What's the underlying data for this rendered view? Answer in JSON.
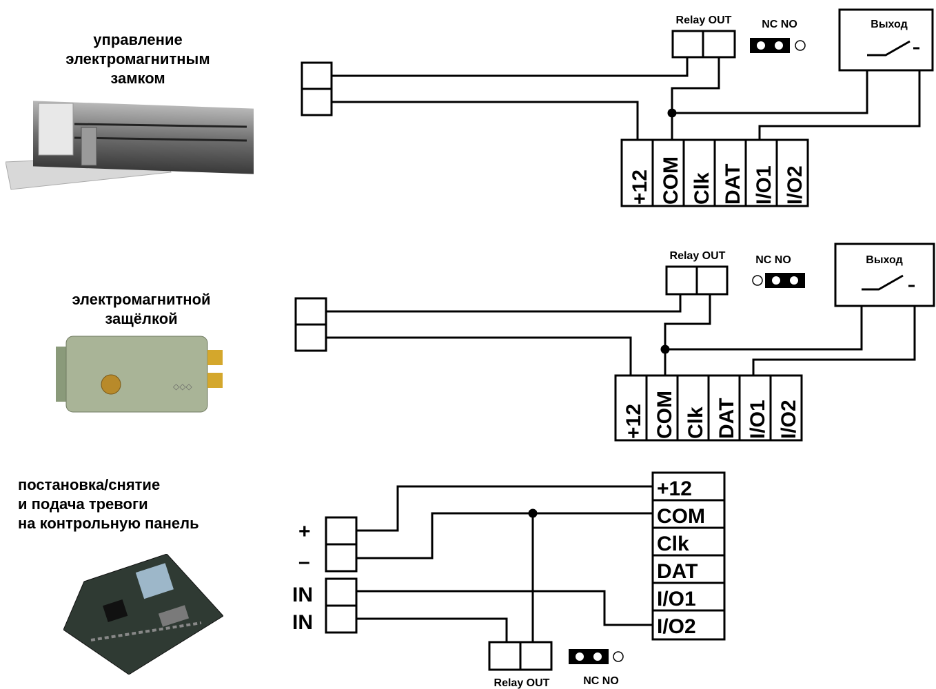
{
  "sections": [
    {
      "title_lines": [
        "управление",
        "электромагнитным",
        "замком"
      ],
      "device_icon": "magnetic-lock-photo",
      "relay_label": "Relay OUT",
      "jumper_label": "NC NO",
      "exit_label": "Выход",
      "terminals": [
        "+12",
        "COM",
        "Clk",
        "DAT",
        "I/O1",
        "I/O2"
      ]
    },
    {
      "title_lines": [
        "электромагнитной",
        "защёлкой"
      ],
      "device_icon": "electromagnetic-latch-photo",
      "relay_label": "Relay OUT",
      "jumper_label": "NC NO",
      "exit_label": "Выход",
      "terminals": [
        "+12",
        "COM",
        "Clk",
        "DAT",
        "I/O1",
        "I/O2"
      ]
    },
    {
      "title_lines": [
        "постановка/снятие",
        "и подача тревоги",
        "на контрольную панель"
      ],
      "device_icon": "control-panel-board-photo",
      "relay_label": "Relay OUT",
      "jumper_label": "NC NO",
      "input_labels": [
        "+",
        "–",
        "IN",
        "IN"
      ],
      "terminals": [
        "+12",
        "COM",
        "Clk",
        "DAT",
        "I/O1",
        "I/O2"
      ]
    }
  ]
}
